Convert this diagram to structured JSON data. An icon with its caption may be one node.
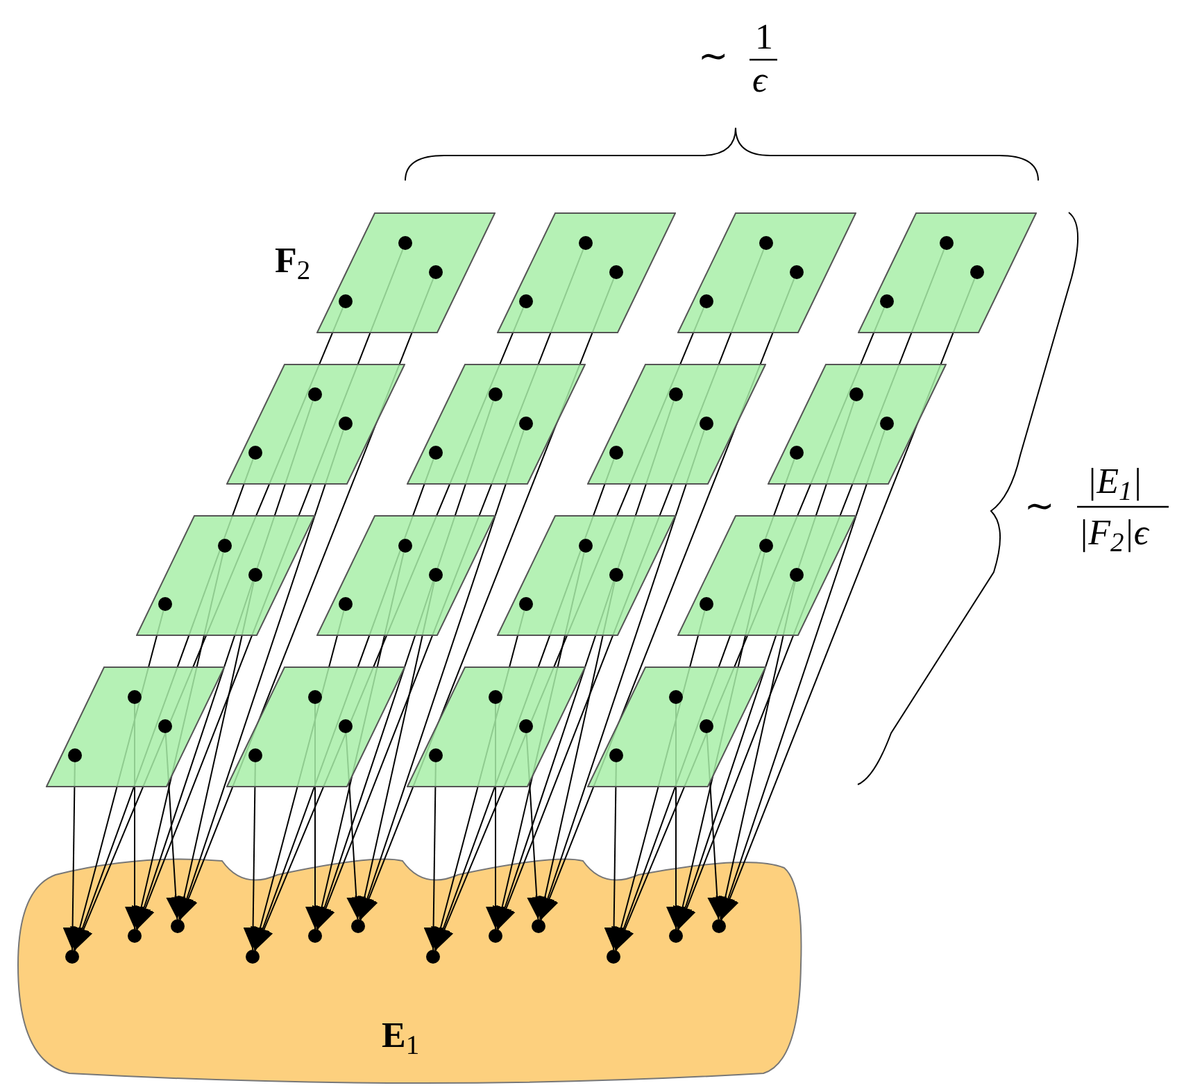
{
  "diagram": {
    "nodes": [
      {
        "text": [
          "**E**$_{1}$"
        ]
      },
      {
        "text": [],
        "shape": "parallelogram",
        "beside": [
          "**F**$_{2}$"
        ]
      },
      {
        "text": [],
        "shape": "parallelogram"
      },
      {
        "text": [],
        "shape": "parallelogram"
      },
      {
        "text": [],
        "shape": "parallelogram"
      },
      {
        "text": [],
        "shape": "parallelogram"
      },
      {
        "text": [],
        "shape": "parallelogram"
      },
      {
        "text": [],
        "shape": "parallelogram"
      },
      {
        "text": [],
        "shape": "parallelogram"
      },
      {
        "text": [],
        "shape": "parallelogram"
      },
      {
        "text": [],
        "shape": "parallelogram"
      },
      {
        "text": [],
        "shape": "parallelogram"
      },
      {
        "text": [],
        "shape": "parallelogram"
      },
      {
        "text": [],
        "shape": "parallelogram"
      },
      {
        "text": [],
        "shape": "parallelogram"
      },
      {
        "text": [],
        "shape": "parallelogram"
      },
      {
        "text": [],
        "shape": "parallelogram"
      },
      {
        "text": [],
        "shape": "circle",
        "in": 1
      },
      {
        "text": [],
        "shape": "circle",
        "in": 1
      },
      {
        "text": [],
        "shape": "circle",
        "in": 1
      },
      {
        "text": [],
        "shape": "circle",
        "in": 2
      },
      {
        "text": [],
        "shape": "circle",
        "in": 2
      },
      {
        "text": [],
        "shape": "circle",
        "in": 2
      },
      {
        "text": [],
        "shape": "circle",
        "in": 3
      },
      {
        "text": [],
        "shape": "circle",
        "in": 3
      },
      {
        "text": [],
        "shape": "circle",
        "in": 3
      },
      {
        "text": [],
        "shape": "circle",
        "in": 4
      },
      {
        "text": [],
        "shape": "circle",
        "in": 4
      },
      {
        "text": [],
        "shape": "circle",
        "in": 4
      },
      {
        "text": [],
        "shape": "circle",
        "in": 5
      },
      {
        "text": [],
        "shape": "circle",
        "in": 5
      },
      {
        "text": [],
        "shape": "circle",
        "in": 5
      },
      {
        "text": [],
        "shape": "circle",
        "in": 6
      },
      {
        "text": [],
        "shape": "circle",
        "in": 6
      },
      {
        "text": [],
        "shape": "circle",
        "in": 6
      },
      {
        "text": [],
        "shape": "circle",
        "in": 7
      },
      {
        "text": [],
        "shape": "circle",
        "in": 7
      },
      {
        "text": [],
        "shape": "circle",
        "in": 7
      },
      {
        "text": [],
        "shape": "circle",
        "in": 8
      },
      {
        "text": [],
        "shape": "circle",
        "in": 8
      },
      {
        "text": [],
        "shape": "circle",
        "in": 8
      },
      {
        "text": [],
        "shape": "circle",
        "in": 9
      },
      {
        "text": [],
        "shape": "circle",
        "in": 9
      },
      {
        "text": [],
        "shape": "circle",
        "in": 9
      },
      {
        "text": [],
        "shape": "circle",
        "in": 10
      },
      {
        "text": [],
        "shape": "circle",
        "in": 10
      },
      {
        "text": [],
        "shape": "circle",
        "in": 10
      },
      {
        "text": [],
        "shape": "circle",
        "in": 11
      },
      {
        "text": [],
        "shape": "circle",
        "in": 11
      },
      {
        "text": [],
        "shape": "circle",
        "in": 11
      },
      {
        "text": [],
        "shape": "circle",
        "in": 12
      },
      {
        "text": [],
        "shape": "circle",
        "in": 12
      },
      {
        "text": [],
        "shape": "circle",
        "in": 12
      },
      {
        "text": [],
        "shape": "circle",
        "in": 13
      },
      {
        "text": [],
        "shape": "circle",
        "in": 13
      },
      {
        "text": [],
        "shape": "circle",
        "in": 13
      },
      {
        "text": [],
        "shape": "circle",
        "in": 14
      },
      {
        "text": [],
        "shape": "circle",
        "in": 14
      },
      {
        "text": [],
        "shape": "circle",
        "in": 14
      },
      {
        "text": [],
        "shape": "circle",
        "in": 15
      },
      {
        "text": [],
        "shape": "circle",
        "in": 15
      },
      {
        "text": [],
        "shape": "circle",
        "in": 15
      },
      {
        "text": [],
        "shape": "circle",
        "in": 16
      },
      {
        "text": [],
        "shape": "circle",
        "in": 16
      },
      {
        "text": [],
        "shape": "circle",
        "in": 16
      },
      {
        "text": [],
        "shape": "circle",
        "in": 0
      },
      {
        "text": [],
        "shape": "circle",
        "in": 0
      },
      {
        "text": [],
        "shape": "circle",
        "in": 0
      },
      {
        "text": [],
        "shape": "circle",
        "in": 0
      },
      {
        "text": [],
        "shape": "circle",
        "in": 0
      },
      {
        "text": [],
        "shape": "circle",
        "in": 0
      },
      {
        "text": [],
        "shape": "circle",
        "in": 0
      },
      {
        "text": [],
        "shape": "circle",
        "in": 0
      },
      {
        "text": [],
        "shape": "circle",
        "in": 0
      },
      {
        "text": [],
        "shape": "circle",
        "in": 0
      },
      {
        "text": [],
        "shape": "circle",
        "in": 0
      },
      {
        "text": [],
        "shape": "circle",
        "in": 0
      }
    ],
    "edges": [
      {
        "from": 17,
        "to": 66,
        "arrow": "to"
      },
      {
        "from": 18,
        "to": 67,
        "arrow": "to"
      },
      {
        "from": 19,
        "to": 65,
        "arrow": "to"
      },
      {
        "from": 20,
        "to": 69,
        "arrow": "to"
      },
      {
        "from": 21,
        "to": 70,
        "arrow": "to"
      },
      {
        "from": 22,
        "to": 68,
        "arrow": "to"
      },
      {
        "from": 23,
        "to": 72,
        "arrow": "to"
      },
      {
        "from": 24,
        "to": 73,
        "arrow": "to"
      },
      {
        "from": 25,
        "to": 71,
        "arrow": "to"
      },
      {
        "from": 26,
        "to": 75,
        "arrow": "to"
      },
      {
        "from": 27,
        "to": 76,
        "arrow": "to"
      },
      {
        "from": 28,
        "to": 74,
        "arrow": "to"
      },
      {
        "from": 29,
        "to": 66,
        "arrow": "to"
      },
      {
        "from": 30,
        "to": 67,
        "arrow": "to"
      },
      {
        "from": 31,
        "to": 65,
        "arrow": "to"
      },
      {
        "from": 32,
        "to": 69,
        "arrow": "to"
      },
      {
        "from": 33,
        "to": 70,
        "arrow": "to"
      },
      {
        "from": 34,
        "to": 68,
        "arrow": "to"
      },
      {
        "from": 35,
        "to": 72,
        "arrow": "to"
      },
      {
        "from": 36,
        "to": 73,
        "arrow": "to"
      },
      {
        "from": 37,
        "to": 71,
        "arrow": "to"
      },
      {
        "from": 38,
        "to": 75,
        "arrow": "to"
      },
      {
        "from": 39,
        "to": 76,
        "arrow": "to"
      },
      {
        "from": 40,
        "to": 74,
        "arrow": "to"
      },
      {
        "from": 41,
        "to": 66,
        "arrow": "to"
      },
      {
        "from": 42,
        "to": 67,
        "arrow": "to"
      },
      {
        "from": 43,
        "to": 65,
        "arrow": "to"
      },
      {
        "from": 44,
        "to": 69,
        "arrow": "to"
      },
      {
        "from": 45,
        "to": 70,
        "arrow": "to"
      },
      {
        "from": 46,
        "to": 68,
        "arrow": "to"
      },
      {
        "from": 47,
        "to": 72,
        "arrow": "to"
      },
      {
        "from": 48,
        "to": 73,
        "arrow": "to"
      },
      {
        "from": 49,
        "to": 71,
        "arrow": "to"
      },
      {
        "from": 50,
        "to": 75,
        "arrow": "to"
      },
      {
        "from": 51,
        "to": 76,
        "arrow": "to"
      },
      {
        "from": 52,
        "to": 74,
        "arrow": "to"
      },
      {
        "from": 53,
        "to": 66,
        "arrow": "to"
      },
      {
        "from": 54,
        "to": 67,
        "arrow": "to"
      },
      {
        "from": 55,
        "to": 65,
        "arrow": "to"
      },
      {
        "from": 56,
        "to": 69,
        "arrow": "to"
      },
      {
        "from": 57,
        "to": 70,
        "arrow": "to"
      },
      {
        "from": 58,
        "to": 68,
        "arrow": "to"
      },
      {
        "from": 59,
        "to": 72,
        "arrow": "to"
      },
      {
        "from": 60,
        "to": 73,
        "arrow": "to"
      },
      {
        "from": 61,
        "to": 71,
        "arrow": "to"
      },
      {
        "from": 62,
        "to": 75,
        "arrow": "to"
      },
      {
        "from": 63,
        "to": 76,
        "arrow": "to"
      },
      {
        "from": 64,
        "to": 74,
        "arrow": "to"
      }
    ],
    "labels": [
      "∼",
      "1",
      "ϵ",
      "∼",
      "|E$_{1}$|",
      "|F$_{2}$|ϵ"
    ]
  }
}
